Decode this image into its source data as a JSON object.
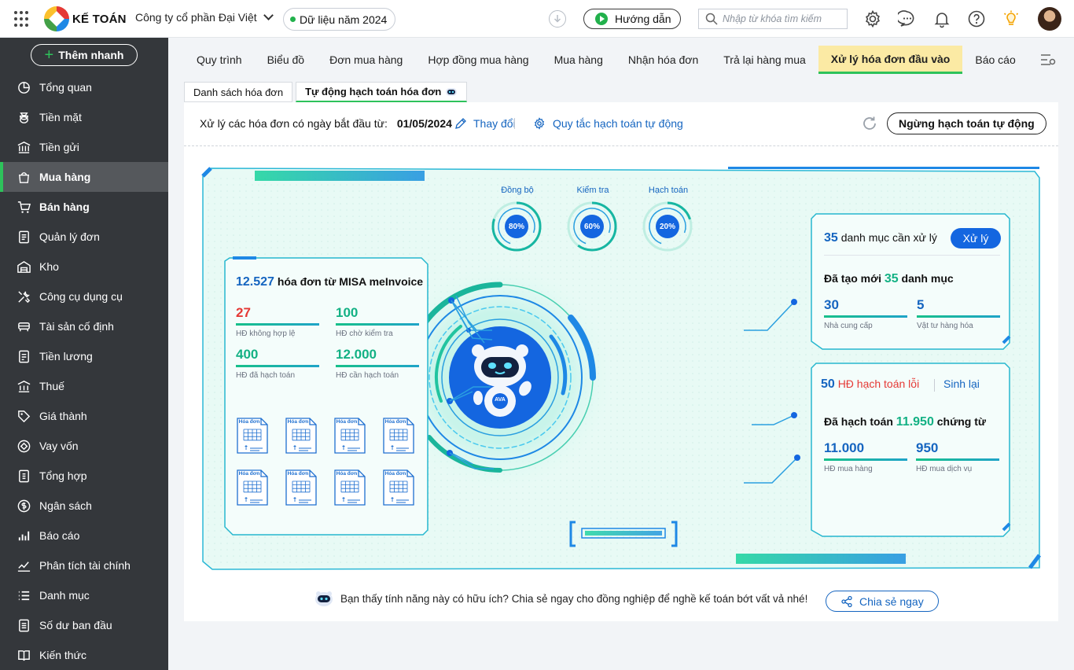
{
  "header": {
    "logo_text": "KẾ TOÁN",
    "company": "Công ty cổ phần Đại Việt",
    "data_year": "Dữ liệu năm 2024",
    "guide_label": "Hướng dẫn",
    "search_placeholder": "Nhập từ khóa tìm kiếm"
  },
  "sidebar": {
    "add_label": "Thêm nhanh",
    "items": [
      {
        "label": "Tổng quan",
        "icon": "overview-icon"
      },
      {
        "label": "Tiền mặt",
        "icon": "cash-icon"
      },
      {
        "label": "Tiền gửi",
        "icon": "bank-icon"
      },
      {
        "label": "Mua hàng",
        "icon": "shopping-bag-icon"
      },
      {
        "label": "Bán hàng",
        "icon": "cart-icon"
      },
      {
        "label": "Quản lý đơn",
        "icon": "order-icon"
      },
      {
        "label": "Kho",
        "icon": "warehouse-icon"
      },
      {
        "label": "Công cụ dụng cụ",
        "icon": "tools-icon"
      },
      {
        "label": "Tài sản cố định",
        "icon": "asset-icon"
      },
      {
        "label": "Tiền lương",
        "icon": "salary-icon"
      },
      {
        "label": "Thuế",
        "icon": "tax-icon"
      },
      {
        "label": "Giá thành",
        "icon": "price-tag-icon"
      },
      {
        "label": "Vay vốn",
        "icon": "loan-icon"
      },
      {
        "label": "Tổng hợp",
        "icon": "summary-icon"
      },
      {
        "label": "Ngân sách",
        "icon": "budget-icon"
      },
      {
        "label": "Báo cáo",
        "icon": "report-icon"
      },
      {
        "label": "Phân tích tài chính",
        "icon": "analysis-icon"
      },
      {
        "label": "Danh mục",
        "icon": "list-icon"
      },
      {
        "label": "Số dư ban đầu",
        "icon": "balance-icon"
      },
      {
        "label": "Kiến thức",
        "icon": "knowledge-icon"
      }
    ]
  },
  "module_tabs": [
    "Quy trình",
    "Biểu đồ",
    "Đơn mua hàng",
    "Hợp đồng mua hàng",
    "Mua hàng",
    "Nhận hóa đơn",
    "Trả lại hàng mua",
    "Xử lý hóa đơn đầu vào",
    "Báo cáo"
  ],
  "sub_tabs": [
    "Danh sách hóa đơn",
    "Tự động hạch toán hóa đơn"
  ],
  "toolbar": {
    "start_label": "Xử lý các hóa đơn có ngày bắt đầu từ:",
    "start_date": "01/05/2024",
    "change_label": "Thay đổi",
    "rules_label": "Quy tắc hạch toán tự động",
    "stop_label": "Ngừng hạch toán tự động"
  },
  "invoices": {
    "total": "12.527",
    "total_label": "hóa đơn từ MISA meInvoice",
    "stats": [
      {
        "value": "27",
        "label": "HĐ không hợp lệ"
      },
      {
        "value": "100",
        "label": "HĐ chờ kiểm tra"
      },
      {
        "value": "400",
        "label": "HĐ đã hạch toán"
      },
      {
        "value": "12.000",
        "label": "HĐ cần hạch toán"
      }
    ],
    "doc_label": "Hóa đơn"
  },
  "stages": [
    {
      "label": "Đồng bộ",
      "percent": "80%",
      "fraction": 0.8
    },
    {
      "label": "Kiểm tra",
      "percent": "60%",
      "fraction": 0.6
    },
    {
      "label": "Hạch toán",
      "percent": "20%",
      "fraction": 0.2
    }
  ],
  "robot": {
    "badge": "AVA"
  },
  "categories": {
    "count": "35",
    "count_label": "danh mục cần xử lý",
    "process_label": "Xử lý",
    "created_prefix": "Đã tạo mới",
    "created_count": "35",
    "created_suffix": "danh mục",
    "stats": [
      {
        "value": "30",
        "label": "Nhà cung cấp"
      },
      {
        "value": "5",
        "label": "Vật tư hàng hóa"
      }
    ]
  },
  "errors": {
    "count": "50",
    "count_label": "HĐ hạch toán lỗi",
    "regen_label": "Sinh lại",
    "posted_prefix": "Đã hạch toán",
    "posted_count": "11.950",
    "posted_suffix": "chứng từ",
    "stats": [
      {
        "value": "11.000",
        "label": "HĐ mua hàng"
      },
      {
        "value": "950",
        "label": "HĐ mua dịch vụ"
      }
    ]
  },
  "share": {
    "text": "Bạn thấy tính năng này có hữu ích? Chia sẻ ngay cho đồng nghiệp để nghề kế toán bớt vất vả nhé!",
    "button": "Chia sẻ ngay"
  },
  "colors": {
    "accent_green": "#2ec25b",
    "primary_blue": "#1466e0",
    "tab_active": "#fbeaa4",
    "sidebar_bg": "#34373b",
    "error_red": "#e53935",
    "teal": "#13b184"
  }
}
